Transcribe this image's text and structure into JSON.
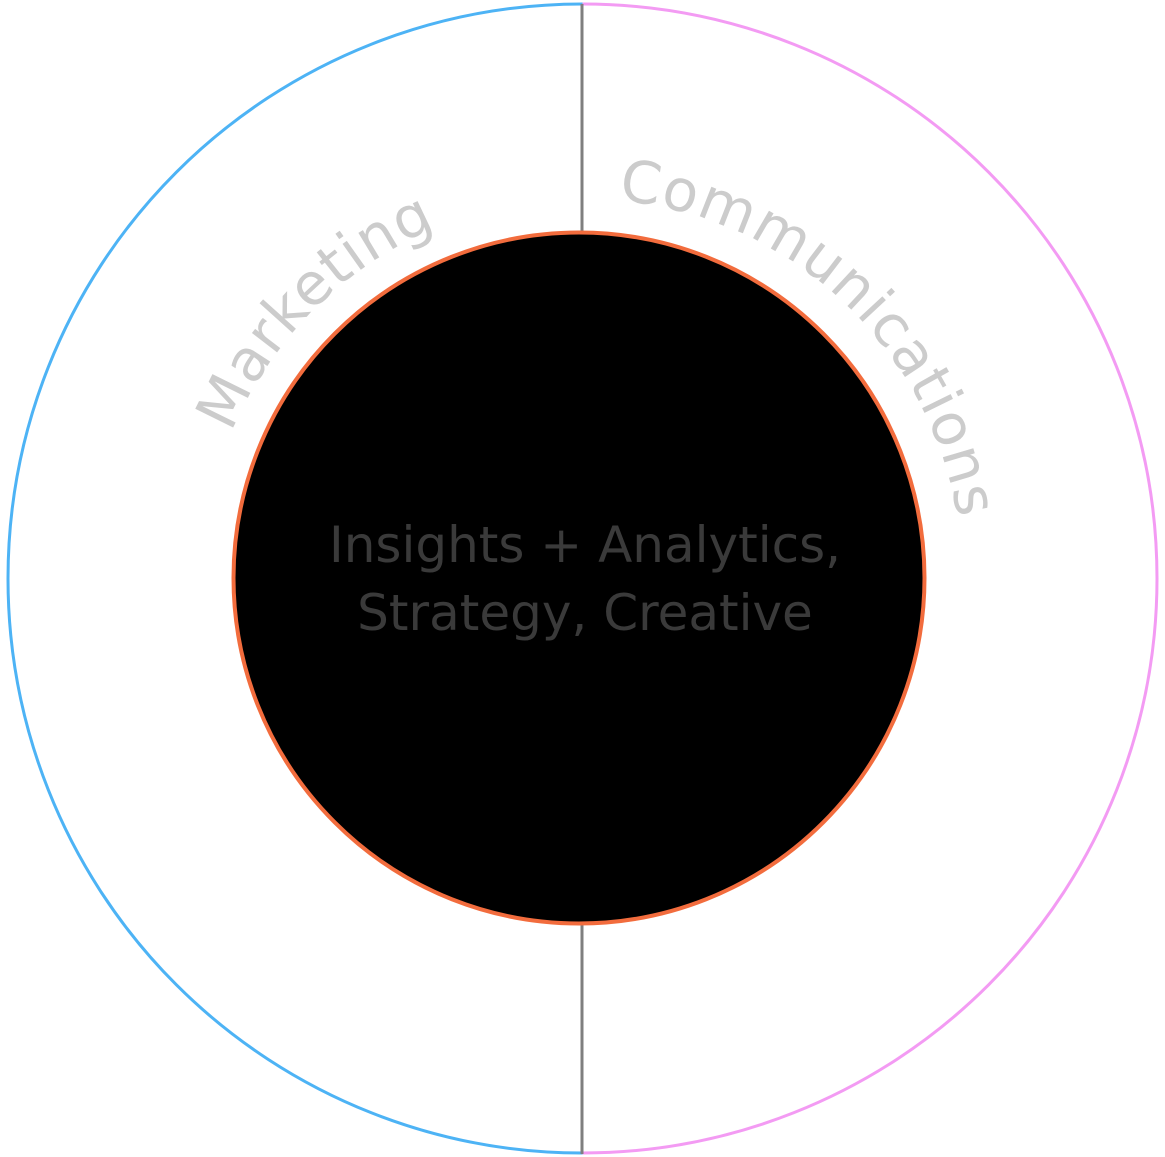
{
  "diagram": {
    "outer_ring": {
      "left_label": "Marketing",
      "right_label": "Communications",
      "left_color": "#4db3f5",
      "right_color": "#f39bf3",
      "divider_color": "#7f7f7f",
      "label_color": "#cccccc"
    },
    "core": {
      "line1": "Insights + Analytics,",
      "line2": "Strategy, Creative",
      "fill_color": "#000000",
      "border_color": "#f26c3d",
      "text_color": "#3a3a3a"
    }
  }
}
